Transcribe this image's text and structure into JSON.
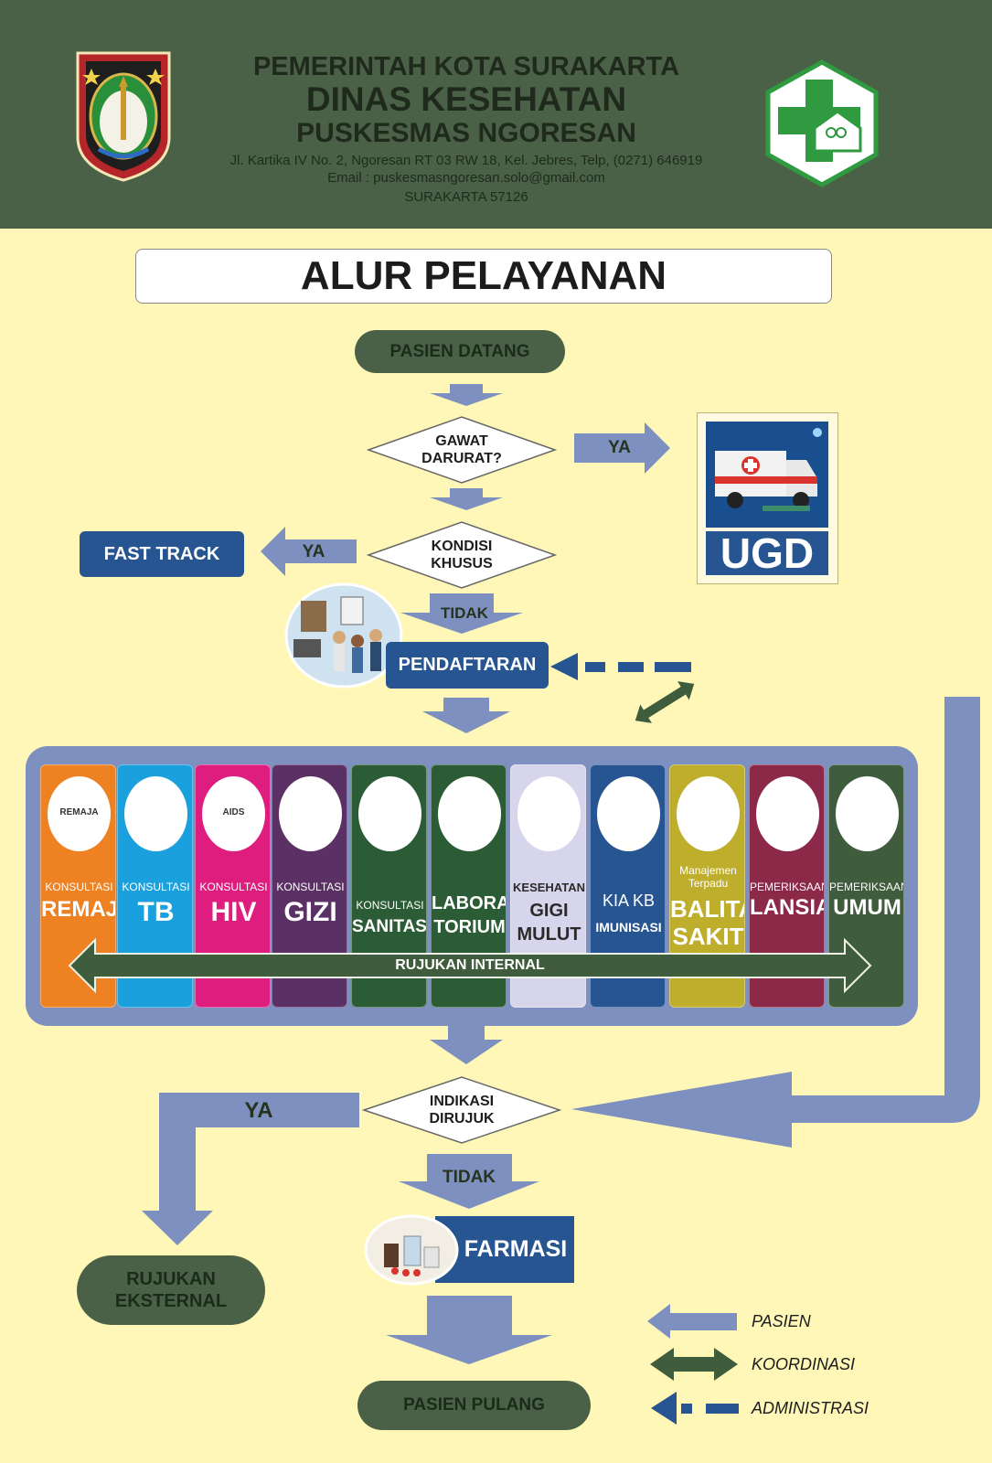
{
  "header": {
    "line1": "PEMERINTAH KOTA SURAKARTA",
    "line2": "DINAS KESEHATAN",
    "line3": "PUSKESMAS NGORESAN",
    "address": "Jl. Kartika IV No. 2, Ngoresan RT 03 RW 18, Kel. Jebres, Telp, (0271) 646919",
    "email": "Email : puskesmasngoresan.solo@gmail.com",
    "city": "SURAKARTA 57126"
  },
  "title": "ALUR PELAYANAN",
  "flow": {
    "start": "PASIEN DATANG",
    "emergency_q": [
      "GAWAT",
      "DARURAT?"
    ],
    "emergency_yes": "YA",
    "ugd": "UGD",
    "special_q": [
      "KONDISI",
      "KHUSUS"
    ],
    "special_yes": "YA",
    "fast_track": "FAST TRACK",
    "special_no": "TIDAK",
    "registration": "PENDAFTARAN",
    "internal_referral": "RUJUKAN INTERNAL",
    "referral_q": [
      "INDIKASI",
      "DIRUJUK"
    ],
    "referral_yes": "YA",
    "external_referral": [
      "RUJUKAN",
      "EKSTERNAL"
    ],
    "referral_no": "TIDAK",
    "pharmacy": "FARMASI",
    "end": "PASIEN PULANG"
  },
  "services": [
    {
      "top": "KONSULTASI",
      "main": "REMAJA",
      "bg": "#ee8122",
      "illus_text": "REMAJA"
    },
    {
      "top": "KONSULTASI",
      "main": "TB",
      "bg": "#1aa1dd",
      "illus_text": ""
    },
    {
      "top": "KONSULTASI",
      "main": "HIV",
      "bg": "#df1d7f",
      "illus_text": "AIDS"
    },
    {
      "top": "KONSULTASI",
      "main": "GIZI",
      "bg": "#5b3065",
      "illus_text": ""
    },
    {
      "top": "KONSULTASI",
      "main": "SANITASI",
      "bg": "#2b5c35",
      "illus_text": ""
    },
    {
      "top": "",
      "main": "LABORA TORIUM",
      "bg": "#2b5c35",
      "illus_text": ""
    },
    {
      "top": "KESEHATAN",
      "main": "GIGI MULUT",
      "bg": "#d6d5ec",
      "illus_text": ""
    },
    {
      "top": "KIA KB",
      "main": "IMUNISASI",
      "bg": "#275592",
      "illus_text": ""
    },
    {
      "top": "Manajemen Terpadu",
      "main": "BALITA SAKIT",
      "bg": "#bfae2c",
      "illus_text": ""
    },
    {
      "top": "PEMERIKSAAN",
      "main": "LANSIA",
      "bg": "#8c2949",
      "illus_text": ""
    },
    {
      "top": "PEMERIKSAAN",
      "main": "UMUM",
      "bg": "#3f5c3c",
      "illus_text": ""
    }
  ],
  "legend": {
    "patient": "PASIEN",
    "coordination": "KOORDINASI",
    "administration": "ADMINISTRASI"
  },
  "colors": {
    "header_bg": "#4a6147",
    "page_bg": "#fff7b8",
    "arrow_blue": "#7d90bf",
    "dark_green": "#4a6147",
    "navy": "#275592"
  }
}
